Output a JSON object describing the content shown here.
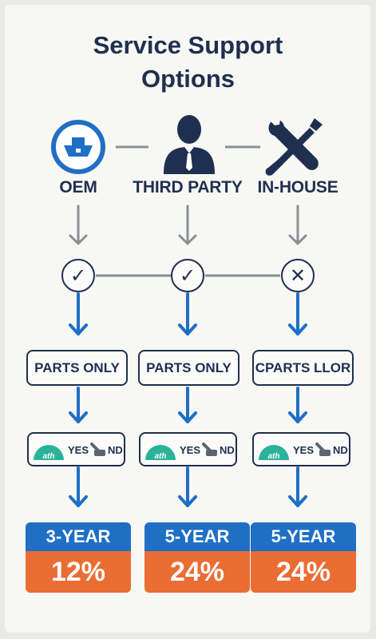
{
  "title": {
    "line1": "Service Support",
    "line2": "Options"
  },
  "columns": [
    {
      "label": "OEM",
      "icon": "ship-badge-icon",
      "status": "check",
      "status_glyph": "✓",
      "parts_label": "PARTS ONLY",
      "yes_label": "YES",
      "no_label": "ND",
      "gauge_text": "ath",
      "term": "3-YEAR",
      "percent": "12%"
    },
    {
      "label": "THIRD PARTY",
      "icon": "person-icon",
      "status": "check",
      "status_glyph": "✓",
      "parts_label": "PARTS ONLY",
      "yes_label": "YES",
      "no_label": "ND",
      "gauge_text": "ath",
      "term": "5-YEAR",
      "percent": "24%"
    },
    {
      "label": "IN-HOUSE",
      "icon": "wrench-screwdriver-icon",
      "status": "cross",
      "status_glyph": "✕",
      "parts_label": "CPARTS LLOR",
      "yes_label": "YES",
      "no_label": "ND",
      "gauge_text": "ath",
      "term": "5-YEAR",
      "percent": "24%"
    }
  ],
  "colors": {
    "navy": "#1f2f4f",
    "blue": "#1f6fc5",
    "orange": "#ea6d33",
    "gray_arrow": "#8a8f96",
    "teal": "#2bb39a"
  }
}
